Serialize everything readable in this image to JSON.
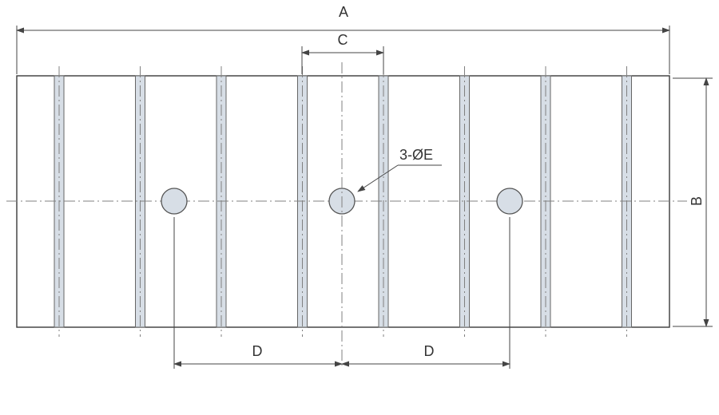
{
  "labels": {
    "overall_length": "A",
    "height": "B",
    "groove_spacing": "C",
    "hole_pitch": "D",
    "hole_callout": "3-ØE"
  },
  "colors": {
    "outline": "#3a3a3a",
    "groove_fill": "#d7dee6",
    "groove_stroke": "#666666",
    "centerline": "#808080",
    "text": "#333333",
    "background": "#ffffff"
  },
  "counts": {
    "grooves": 8,
    "holes": 3
  }
}
